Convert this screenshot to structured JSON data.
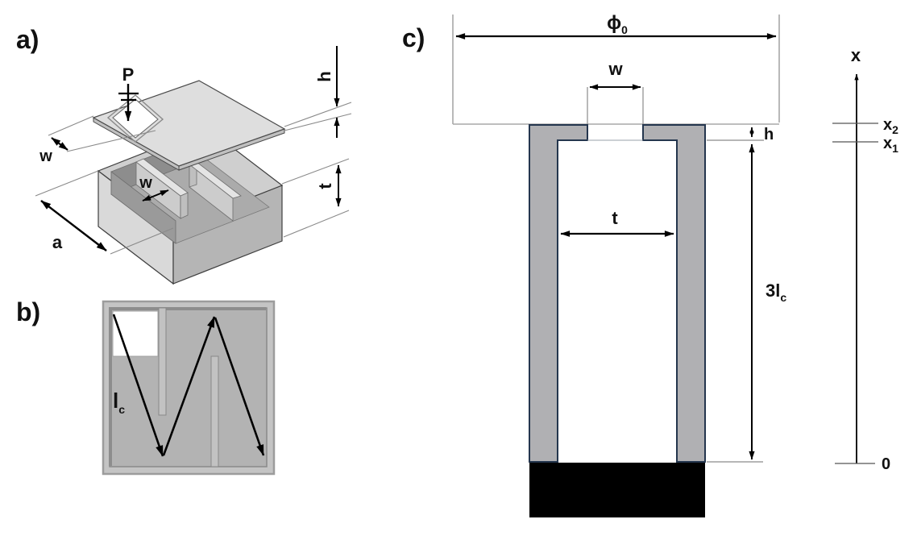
{
  "figure": {
    "description": "Three-panel schematic of a microfluidic chip: exploded 3D view, top view with channel path, and cross-section with dimensions",
    "panel_a": {
      "tag": "a)",
      "load_label": "P",
      "lid_inlet_width_label": "w",
      "channel_width_label": "w",
      "lid_thickness_label": "h",
      "box_height_label": "t",
      "box_side_label": "a"
    },
    "panel_b": {
      "tag": "b)",
      "channel_length_label": {
        "base": "l",
        "sub": "c"
      }
    },
    "panel_c": {
      "tag": "c)",
      "wafer_diameter_label": {
        "base": "ϕ",
        "sub": "0"
      },
      "inlet_width_label": "w",
      "roof_thickness_label": "h",
      "channel_width_label": "t",
      "total_channel_length_label": {
        "base": "3l",
        "sub": "c"
      },
      "axis_label": "x",
      "tick_x2": {
        "base": "x",
        "sub": "2"
      },
      "tick_x1": {
        "base": "x",
        "sub": "1"
      },
      "tick_zero": "0"
    },
    "colors": {
      "chip_outline_navy": "#24364e",
      "chip_wall_gray": "#b0b0b3",
      "plan_view_gray": "#b3b3b3",
      "lid_light_gray": "#dedede",
      "base_block_black": "#000000",
      "annotation_black": "#000000",
      "extension_line_gray": "#8a8a8a"
    }
  }
}
